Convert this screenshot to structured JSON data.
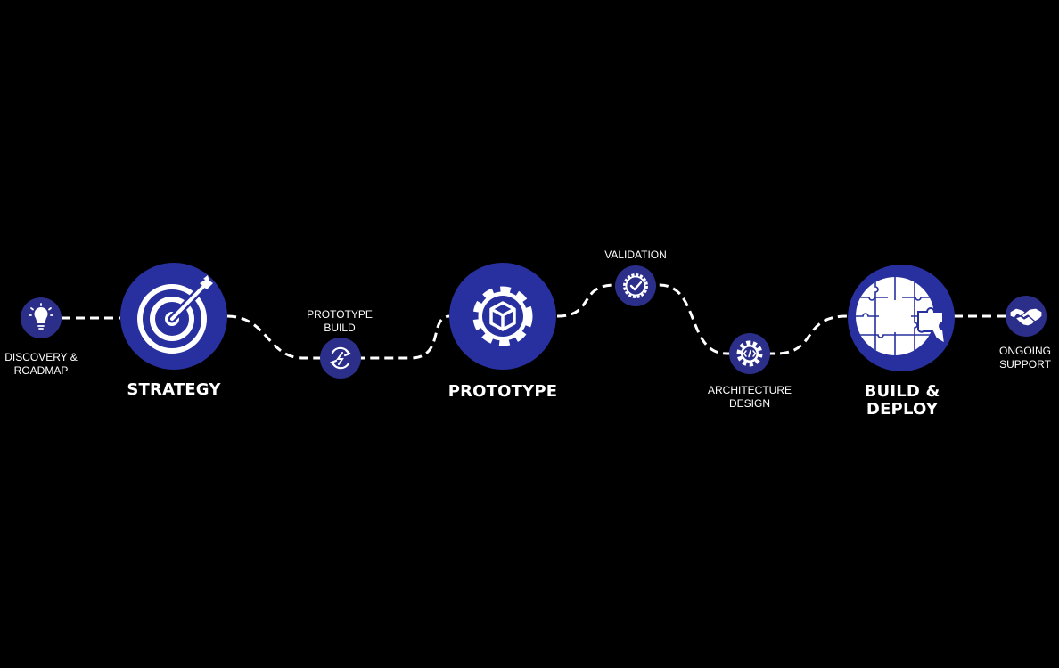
{
  "colors": {
    "background": "#000000",
    "node_fill": "#27309e",
    "small_node_fill": "#2b2f8a",
    "connector": "#ffffff",
    "icon": "#ffffff"
  },
  "stages": [
    {
      "id": "discovery",
      "label": "DISCOVERY &\nROADMAP",
      "size": "small",
      "icon": "lightbulb-icon"
    },
    {
      "id": "strategy",
      "label": "STRATEGY",
      "size": "large",
      "icon": "target-arrow-icon"
    },
    {
      "id": "prototype-build",
      "label": "PROTOTYPE\nBUILD",
      "size": "small",
      "icon": "refresh-lightning-icon"
    },
    {
      "id": "prototype",
      "label": "PROTOTYPE",
      "size": "large",
      "icon": "gear-cube-icon"
    },
    {
      "id": "validation",
      "label": "VALIDATION",
      "size": "small",
      "icon": "badge-check-icon"
    },
    {
      "id": "architecture-design",
      "label": "ARCHITECTURE\nDESIGN",
      "size": "small",
      "icon": "code-gear-icon"
    },
    {
      "id": "build-deploy",
      "label": "BUILD &\nDEPLOY",
      "size": "large",
      "icon": "puzzle-globe-icon"
    },
    {
      "id": "ongoing-support",
      "label": "ONGOING\nSUPPORT",
      "size": "small",
      "icon": "handshake-icon"
    }
  ]
}
